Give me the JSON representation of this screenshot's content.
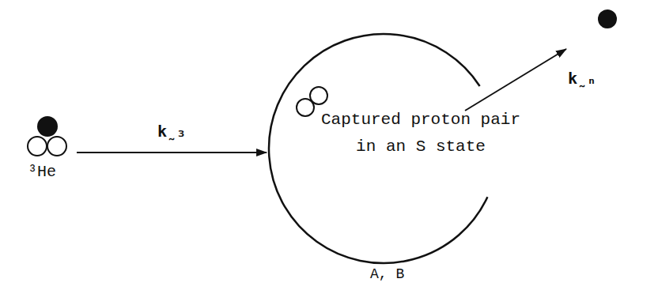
{
  "diagram": {
    "nodes": [
      {
        "text": [
          "³He"
        ]
      },
      {
        "text": [
          "Captured proton pair in an S state",
          "A, B"
        ]
      }
    ],
    "edges": [
      {
        "from": 0,
        "to": 1,
        "arrow": "to",
        "label": "k̰₃"
      }
    ],
    "labels": [
      "k̰ₙ"
    ]
  }
}
